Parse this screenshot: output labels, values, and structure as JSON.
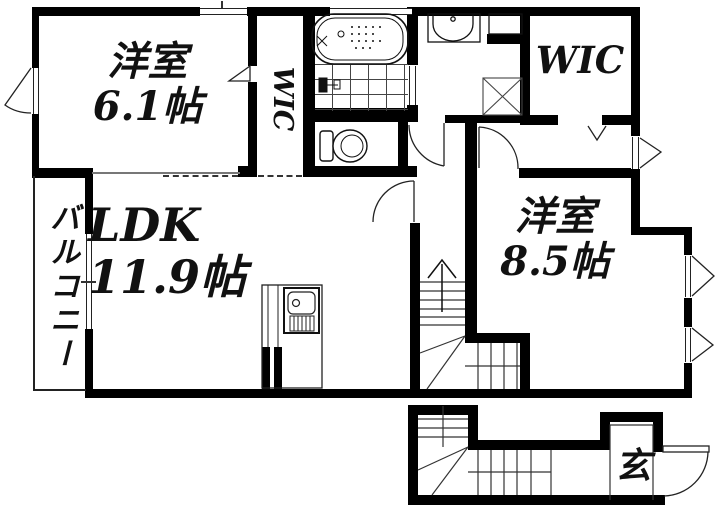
{
  "floor_plan": {
    "rooms": {
      "bedroom_small": {
        "name": "洋室",
        "size": "6.1帖"
      },
      "ldk": {
        "name": "LDK",
        "size": "11.9帖"
      },
      "bedroom_large": {
        "name": "洋室",
        "size": "8.5帖"
      },
      "wic_strip": {
        "name": "WIC"
      },
      "wic_main": {
        "name": "WIC"
      },
      "balcony": {
        "name": "バルコニー"
      },
      "entrance": {
        "name": "玄"
      }
    },
    "fixtures": [
      "bathtub",
      "bath-tile-floor",
      "shower-mixer",
      "toilet",
      "washbasin",
      "linen-cabinet",
      "washing-machine-pan",
      "kitchen-counter",
      "kitchen-sink",
      "staircase-upper-floor",
      "staircase-lower-floor",
      "up-arrow",
      "entrance-door"
    ],
    "colors": {
      "wall": "#000000",
      "background": "#ffffff",
      "thin_line": "#333333"
    }
  }
}
